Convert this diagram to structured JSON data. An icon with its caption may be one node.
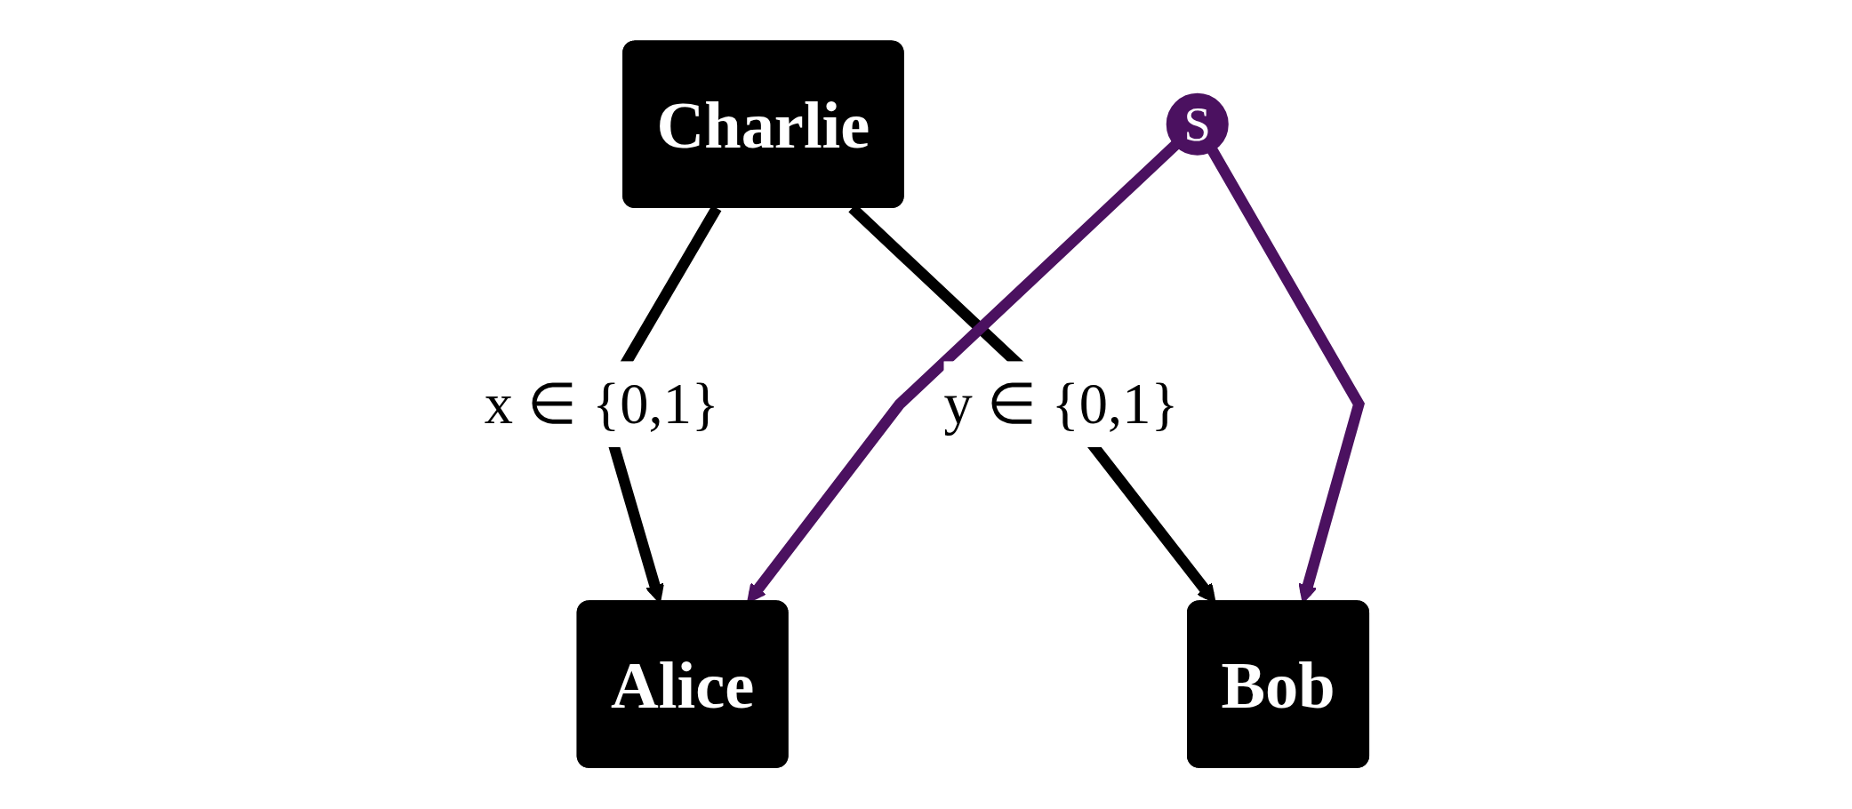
{
  "diagram": {
    "nodes": [
      {
        "text": [
          "Charlie"
        ]
      },
      {
        "text": [
          "Alice"
        ]
      },
      {
        "text": [
          "S"
        ]
      },
      {
        "text": [
          "Bob"
        ]
      }
    ],
    "edges": [
      {
        "from": 0,
        "to": 1,
        "arrow": "to",
        "label": "x ∈ {0,1}"
      },
      {
        "from": 0,
        "to": 3,
        "arrow": "to",
        "label": "y ∈ {0,1}"
      },
      {
        "from": 2,
        "to": 1,
        "arrow": "to",
        "color": "#4b1160"
      },
      {
        "from": 2,
        "to": 3,
        "arrow": "to",
        "color": "#4b1160"
      }
    ]
  }
}
